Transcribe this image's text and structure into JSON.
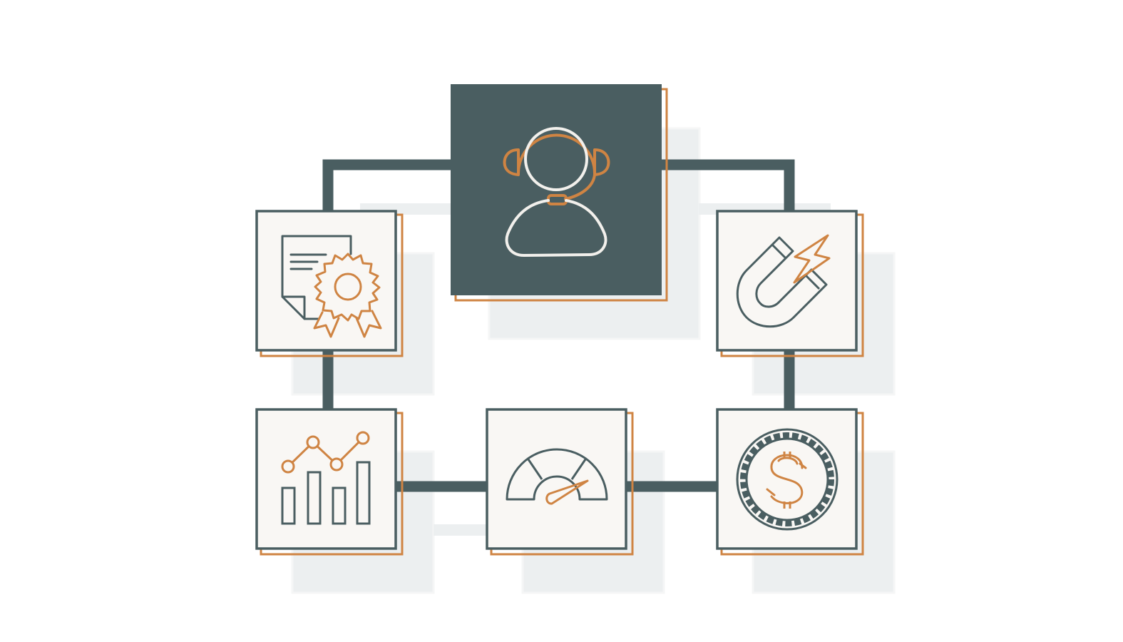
{
  "colors": {
    "background": "#ffffff",
    "slate": "#4a5e61",
    "orange": "#cf8443",
    "tile_fill": "#f9f7f4",
    "shadow": "#eceff0",
    "headset_fill_stroke": "#f2f0ec"
  },
  "nodes": [
    {
      "id": "hub",
      "icon": "customer-support-headset-icon",
      "style": "dark"
    },
    {
      "id": "top-left",
      "icon": "certificate-badge-icon",
      "style": "light"
    },
    {
      "id": "top-right",
      "icon": "magnet-lightning-icon",
      "style": "light"
    },
    {
      "id": "bottom-left",
      "icon": "bar-line-chart-icon",
      "style": "light"
    },
    {
      "id": "bottom-center",
      "icon": "speedometer-gauge-icon",
      "style": "light"
    },
    {
      "id": "bottom-right",
      "icon": "dollar-coin-icon",
      "style": "light"
    }
  ],
  "connections": [
    [
      "hub",
      "top-left"
    ],
    [
      "hub",
      "top-right"
    ],
    [
      "top-left",
      "bottom-left"
    ],
    [
      "top-right",
      "bottom-right"
    ],
    [
      "bottom-left",
      "bottom-center"
    ],
    [
      "bottom-center",
      "bottom-right"
    ]
  ]
}
